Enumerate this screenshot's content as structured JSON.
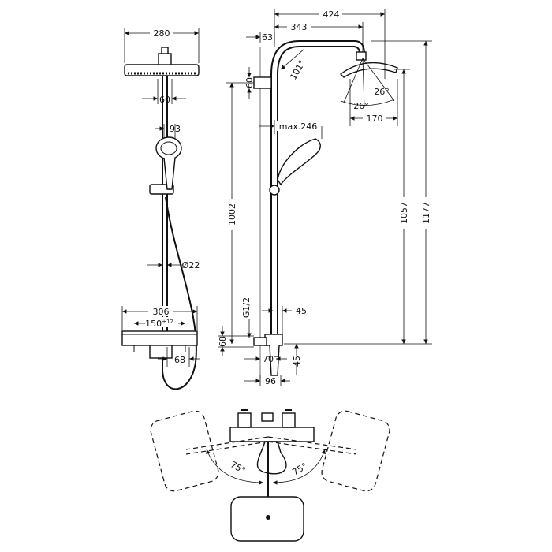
{
  "front_view": {
    "head_width": "280",
    "arm_bracket": "60",
    "hand_shower_offset": "93",
    "pipe_diameter": "Ø22",
    "thermostat_width": "306",
    "inlet_spacing_value": "150",
    "inlet_spacing_tolerance": "±12",
    "outlet_width": "68"
  },
  "side_view": {
    "arm_reach": "424",
    "arm_length": "343",
    "arm_offset": "63",
    "wall_bracket": "60",
    "arm_angle": "101°",
    "tilt_right": "26°",
    "tilt_left": "26°",
    "head_diameter": "170",
    "hand_shower_reach": "max.246",
    "bracket_height": "1002",
    "head_height": "1057",
    "total_height": "1177",
    "connection_thread": "G1/2",
    "wall_distance": "45",
    "mixer_height": "68",
    "outlet_depth": "45",
    "mixer_depth": "70",
    "spout_depth": "96"
  },
  "top_view": {
    "rotation_left": "75°",
    "rotation_right": "75°"
  }
}
